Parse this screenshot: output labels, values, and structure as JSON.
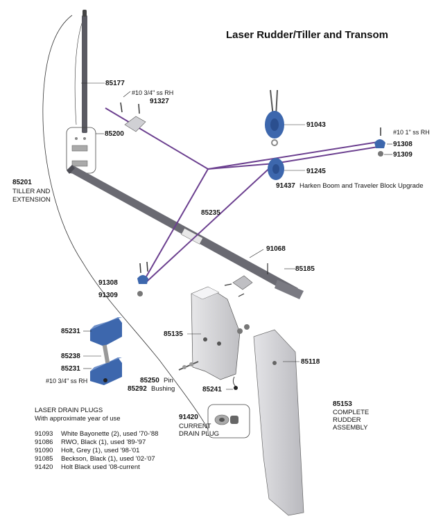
{
  "title": "Laser Rudder/Tiller and Transom",
  "parts": {
    "p85177": "85177",
    "p91327": "91327",
    "p91327_hw": "#10 3/4\" ss RH",
    "p85200": "85200",
    "p85201": "85201",
    "p85201_desc": [
      "TILLER AND",
      "EXTENSION"
    ],
    "p91043": "91043",
    "p91308_top": "91308",
    "p91308_hw": "#10 1\" ss RH",
    "p91309_top": "91309",
    "p91245": "91245",
    "p91437": "91437",
    "p91437_desc": "Harken Boom and Traveler Block Upgrade",
    "p85235": "85235",
    "p91068": "91068",
    "p85185": "85185",
    "p91308_left": "91308",
    "p91309_left": "91309",
    "p85231_a": "85231",
    "p85238": "85238",
    "p85231_b": "85231",
    "p85231_hw": "#10 3/4\" ss RH",
    "p85135": "85135",
    "p85118": "85118",
    "p85250": "85250",
    "p85250_desc": "Pin",
    "p85292": "85292",
    "p85292_desc": "Bushing",
    "p85241": "85241",
    "p91420": "91420",
    "p91420_desc": [
      "CURRENT",
      "DRAIN PLUG"
    ],
    "p85153": "85153",
    "p85153_desc": [
      "COMPLETE",
      "RUDDER",
      "ASSEMBLY"
    ]
  },
  "legend": {
    "heading": [
      "LASER DRAIN PLUGS",
      "With approximate year of use"
    ],
    "rows": [
      {
        "part": "91093",
        "desc": "White Bayonette (2), used '70-'88"
      },
      {
        "part": "91086",
        "desc": "RWO, Black (1), used '89-'97"
      },
      {
        "part": "91090",
        "desc": "Holt, Grey (1),  used '98-'01"
      },
      {
        "part": "91085",
        "desc": "Beckson, Black (1), used '02-'07"
      },
      {
        "part": "91420",
        "desc": "Holt Black used '08-current"
      }
    ]
  },
  "colors": {
    "rope": "#6b3f8f",
    "tiller": "#6a6a72",
    "hardware_blue": "#3d67ad",
    "rudder_fill": "#cfcfd3"
  }
}
